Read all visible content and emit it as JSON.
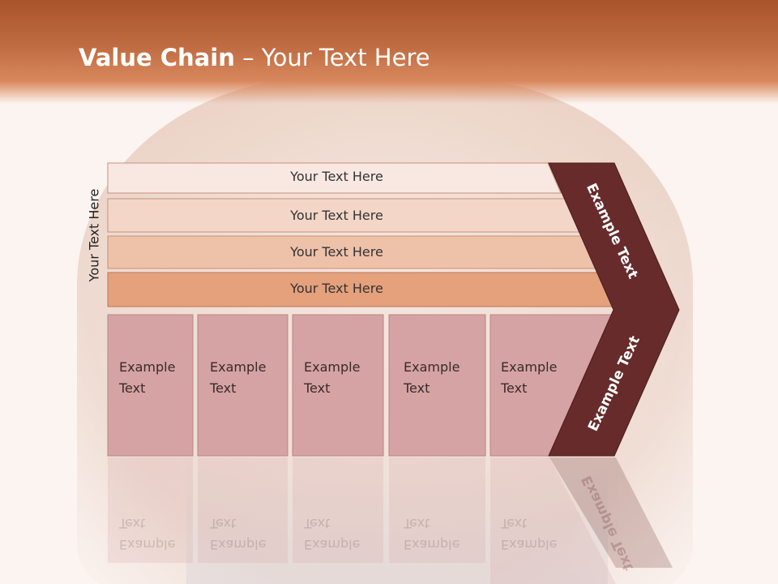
{
  "title": {
    "bold": "Value Chain",
    "rest": " – Your Text Here"
  },
  "side_label": "Your Text Here",
  "rows": [
    "Your Text Here",
    "Your Text Here",
    "Your Text Here",
    "Your Text Here"
  ],
  "cells": [
    [
      "Example",
      "Text"
    ],
    [
      "Example",
      "Text"
    ],
    [
      "Example",
      "Text"
    ],
    [
      "Example",
      "Text"
    ],
    [
      "Example",
      "Text"
    ]
  ],
  "chevron_top": "Example Text",
  "chevron_bottom": "Example Text",
  "colors": {
    "header": "#c06c42",
    "row1": "#f9e8e1",
    "row2": "#f3d6c8",
    "row3": "#eec1a9",
    "row4": "#e5a07c",
    "cell": "#d5a3a3",
    "chevron": "#672b2b"
  }
}
